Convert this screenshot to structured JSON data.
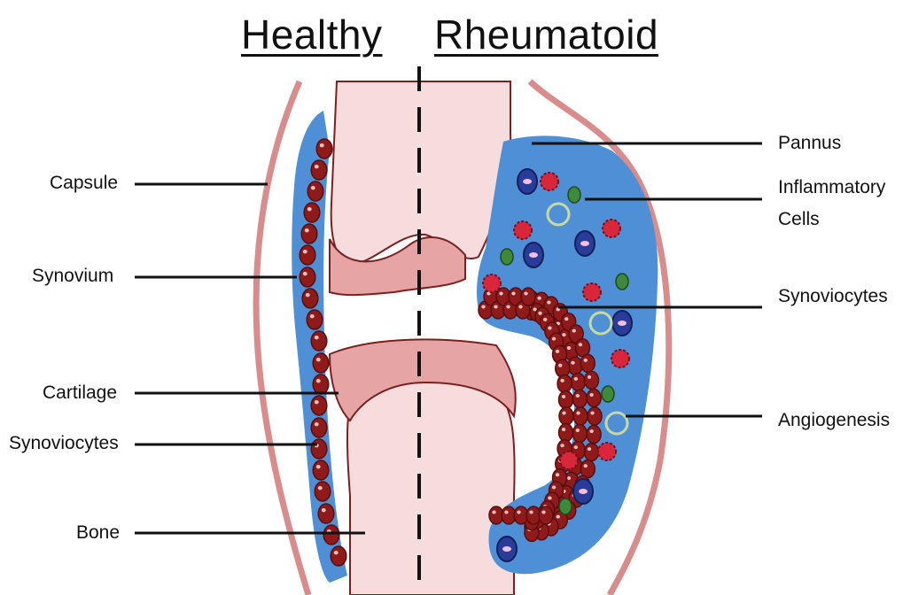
{
  "titles": {
    "left": "Healthy",
    "right": "Rheumatoid"
  },
  "labels_left": {
    "capsule": "Capsule",
    "synovium": "Synovium",
    "cartilage": "Cartilage",
    "synoviocytes": "Synoviocytes",
    "bone": "Bone"
  },
  "labels_right": {
    "pannus": "Pannus",
    "inflammatory_line1": "Inflammatory",
    "inflammatory_line2": "Cells",
    "synoviocytes": "Synoviocytes",
    "angiogenesis": "Angiogenesis"
  },
  "colors": {
    "capsule": "#d98c8c",
    "bone": "#f6dcdc",
    "cartilage": "#e7a4a4",
    "synovium_blue": "#4f8fd6",
    "cell_red": "#8e1a1a",
    "cell_dark": "#5a0d0d",
    "inflam_red": "#d8263a",
    "green_cell": "#3f8a3a",
    "blue_cell": "#2a3c9a"
  }
}
